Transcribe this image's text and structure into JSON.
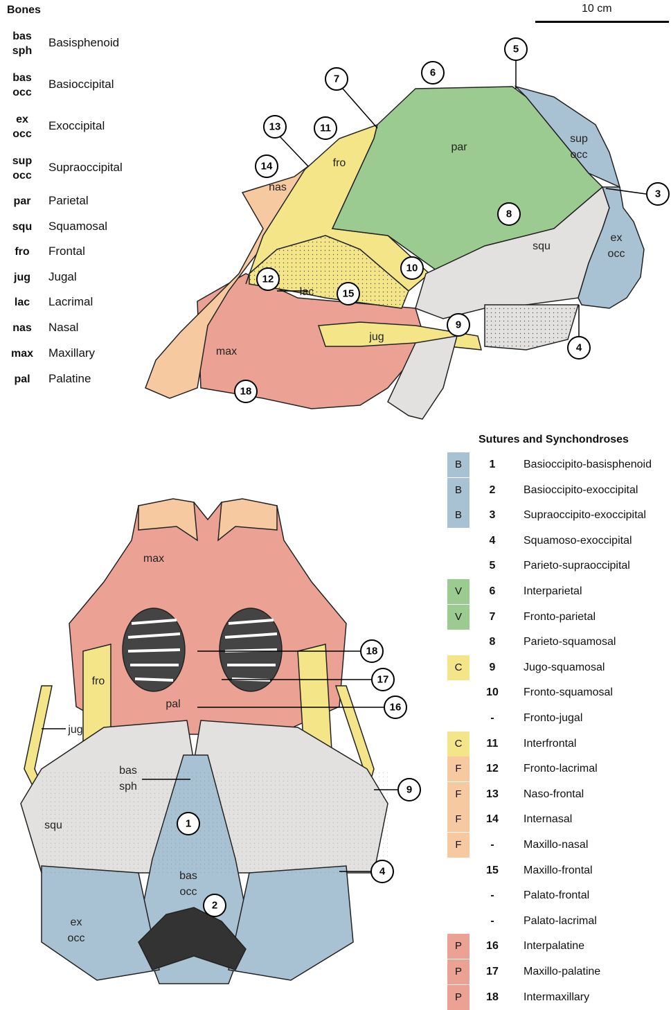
{
  "colors": {
    "blue": "#a9c2d3",
    "green": "#9ccb91",
    "yellow": "#f3e588",
    "peach": "#f6c9a0",
    "salmon": "#eba294",
    "grey": "#e3e1e0"
  },
  "bones_legend": {
    "title": "Bones",
    "items": [
      {
        "abbr": "bas\nsph",
        "name": "Basisphenoid"
      },
      {
        "abbr": "bas\nocc",
        "name": "Basioccipital"
      },
      {
        "abbr": "ex\nocc",
        "name": "Exoccipital"
      },
      {
        "abbr": "sup\nocc",
        "name": "Supraoccipital"
      },
      {
        "abbr": "par",
        "name": "Parietal"
      },
      {
        "abbr": "squ",
        "name": "Squamosal"
      },
      {
        "abbr": "fro",
        "name": "Frontal"
      },
      {
        "abbr": "jug",
        "name": "Jugal"
      },
      {
        "abbr": "lac",
        "name": "Lacrimal"
      },
      {
        "abbr": "nas",
        "name": "Nasal"
      },
      {
        "abbr": "max",
        "name": "Maxillary"
      },
      {
        "abbr": "pal",
        "name": "Palatine"
      }
    ]
  },
  "scale": {
    "label": "10 cm"
  },
  "lateral_view": {
    "labels": {
      "par": "par",
      "sup": "sup",
      "occ": "occ",
      "fro": "fro",
      "nas": "nas",
      "ex": "ex",
      "occ2": "occ",
      "squ": "squ",
      "lac": "lac",
      "jug": "jug",
      "max": "max"
    },
    "callouts": [
      "5",
      "6",
      "7",
      "13",
      "11",
      "14",
      "3",
      "8",
      "10",
      "12",
      "15",
      "9",
      "4",
      "18"
    ]
  },
  "ventral_view": {
    "labels": {
      "max": "max",
      "fro": "fro",
      "pal": "pal",
      "jug": "jug",
      "bas1": "bas",
      "sph": "sph",
      "squ": "squ",
      "bas2": "bas",
      "occ": "occ",
      "ex": "ex",
      "occ2": "occ"
    },
    "callouts": [
      "18",
      "17",
      "16",
      "9",
      "1",
      "4",
      "2"
    ]
  },
  "sutures": {
    "title": "Sutures and Synchondroses",
    "rows": [
      {
        "type": "B",
        "num": "1",
        "name": "Basioccipito-basisphenoid",
        "color": "blue"
      },
      {
        "type": "B",
        "num": "2",
        "name": "Basioccipito-exoccipital",
        "color": "blue"
      },
      {
        "type": "B",
        "num": "3",
        "name": "Supraoccipito-exoccipital",
        "color": "blue"
      },
      {
        "type": "",
        "num": "4",
        "name": "Squamoso-exoccipital",
        "color": ""
      },
      {
        "type": "",
        "num": "5",
        "name": "Parieto-supraoccipital",
        "color": ""
      },
      {
        "type": "V",
        "num": "6",
        "name": "Interparietal",
        "color": "green"
      },
      {
        "type": "V",
        "num": "7",
        "name": "Fronto-parietal",
        "color": "green"
      },
      {
        "type": "",
        "num": "8",
        "name": "Parieto-squamosal",
        "color": ""
      },
      {
        "type": "C",
        "num": "9",
        "name": "Jugo-squamosal",
        "color": "yellow"
      },
      {
        "type": "",
        "num": "10",
        "name": "Fronto-squamosal",
        "color": ""
      },
      {
        "type": "",
        "num": "-",
        "name": "Fronto-jugal",
        "color": ""
      },
      {
        "type": "C",
        "num": "11",
        "name": "Interfrontal",
        "color": "yellow"
      },
      {
        "type": "F",
        "num": "12",
        "name": "Fronto-lacrimal",
        "color": "peach"
      },
      {
        "type": "F",
        "num": "13",
        "name": "Naso-frontal",
        "color": "peach"
      },
      {
        "type": "F",
        "num": "14",
        "name": "Internasal",
        "color": "peach"
      },
      {
        "type": "F",
        "num": "-",
        "name": "Maxillo-nasal",
        "color": "peach"
      },
      {
        "type": "",
        "num": "15",
        "name": "Maxillo-frontal",
        "color": ""
      },
      {
        "type": "",
        "num": "-",
        "name": "Palato-frontal",
        "color": ""
      },
      {
        "type": "",
        "num": "-",
        "name": "Palato-lacrimal",
        "color": ""
      },
      {
        "type": "P",
        "num": "16",
        "name": "Interpalatine",
        "color": "salmon"
      },
      {
        "type": "P",
        "num": "17",
        "name": "Maxillo-palatine",
        "color": "salmon"
      },
      {
        "type": "P",
        "num": "18",
        "name": "Intermaxillary",
        "color": "salmon"
      }
    ]
  }
}
